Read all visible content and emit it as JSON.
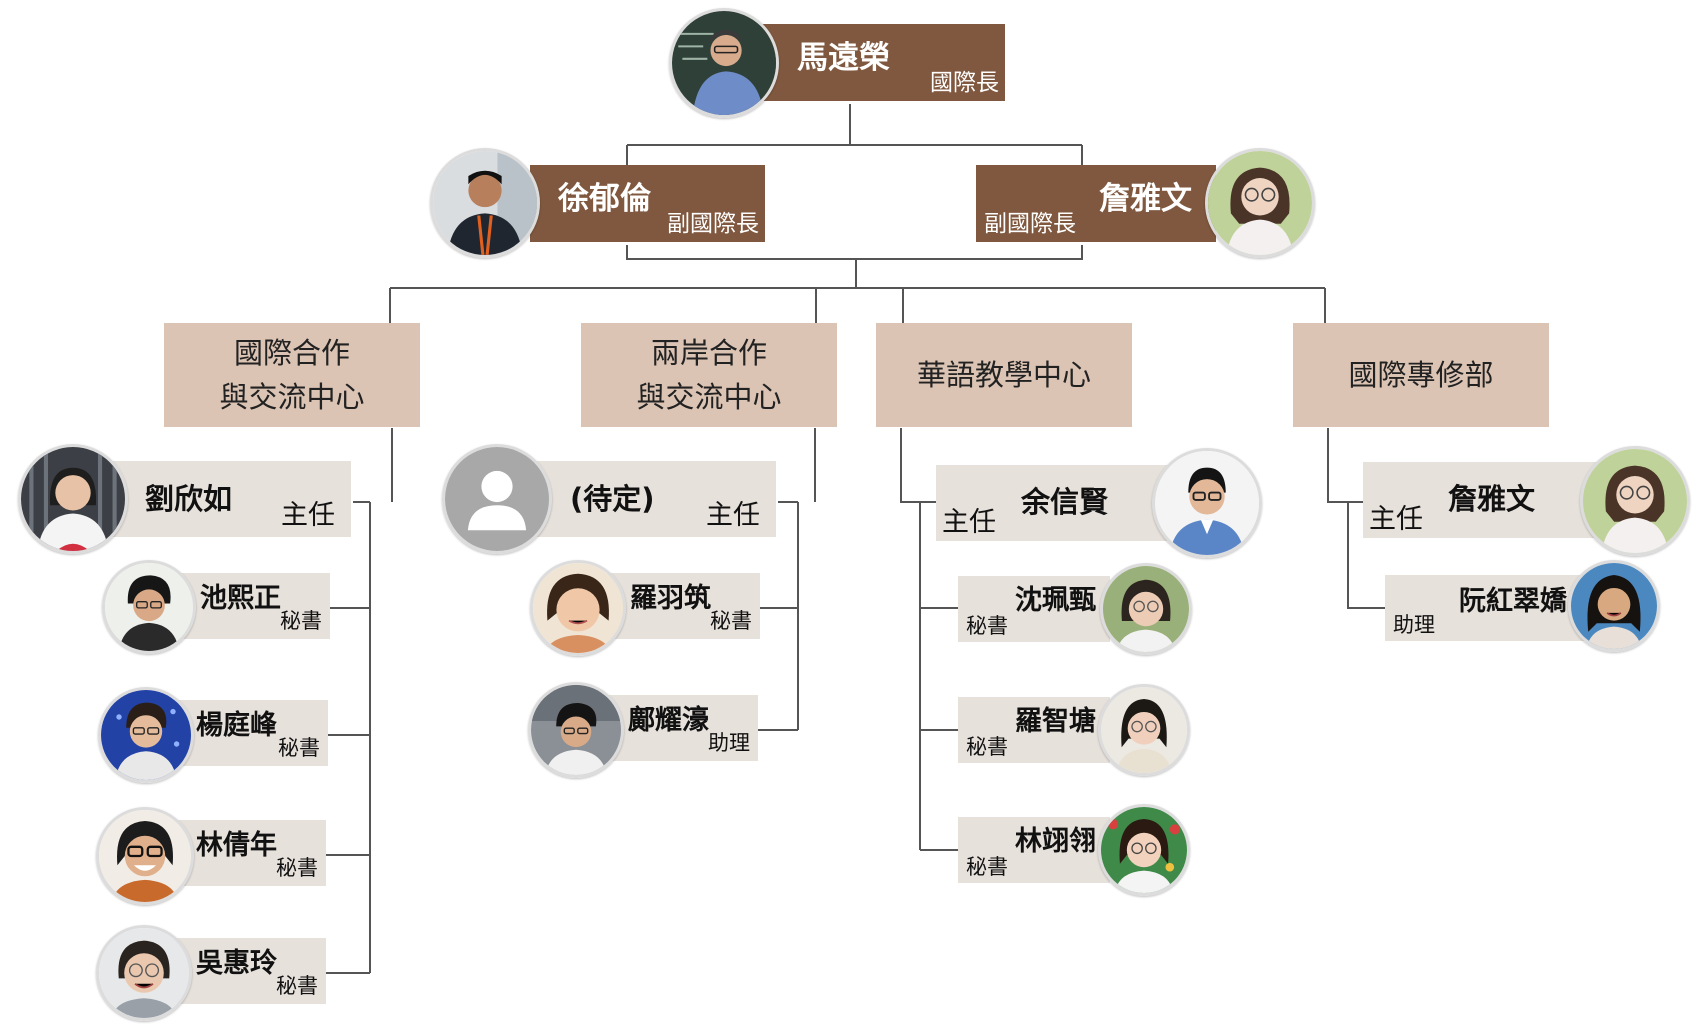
{
  "director": {
    "name": "馬遠榮",
    "title": "國際長"
  },
  "deputies": [
    {
      "name": "徐郁倫",
      "title": "副國際長"
    },
    {
      "name": "詹雅文",
      "title": "副國際長"
    }
  ],
  "departments": [
    {
      "line1": "國際合作",
      "line2": "與交流中心"
    },
    {
      "line1": "兩岸合作",
      "line2": "與交流中心"
    },
    {
      "line1": "華語教學中心",
      "line2": ""
    },
    {
      "line1": "國際專修部",
      "line2": ""
    }
  ],
  "staff": {
    "d1": [
      {
        "name": "劉欣如",
        "role": "主任"
      },
      {
        "name": "池熙正",
        "role": "秘書"
      },
      {
        "name": "楊庭峰",
        "role": "秘書"
      },
      {
        "name": "林倩年",
        "role": "秘書"
      },
      {
        "name": "吳惠玲",
        "role": "秘書"
      }
    ],
    "d2": [
      {
        "name": "(待定)",
        "role": "主任"
      },
      {
        "name": "羅羽筑",
        "role": "秘書"
      },
      {
        "name": "鄺耀濠",
        "role": "助理"
      }
    ],
    "d3": [
      {
        "name": "余信賢",
        "role": "主任"
      },
      {
        "name": "沈珮甄",
        "role": "秘書"
      },
      {
        "name": "羅智塘",
        "role": "秘書"
      },
      {
        "name": "林翊翎",
        "role": "秘書"
      }
    ],
    "d4": [
      {
        "name": "詹雅文",
        "role": "主任"
      },
      {
        "name": "阮紅翠嬌",
        "role": "助理"
      }
    ]
  },
  "colors": {
    "leader_box": "#80583f",
    "dept_box": "#dcc4b5",
    "staff_box": "#e7e1dc",
    "connector": "#555555"
  }
}
